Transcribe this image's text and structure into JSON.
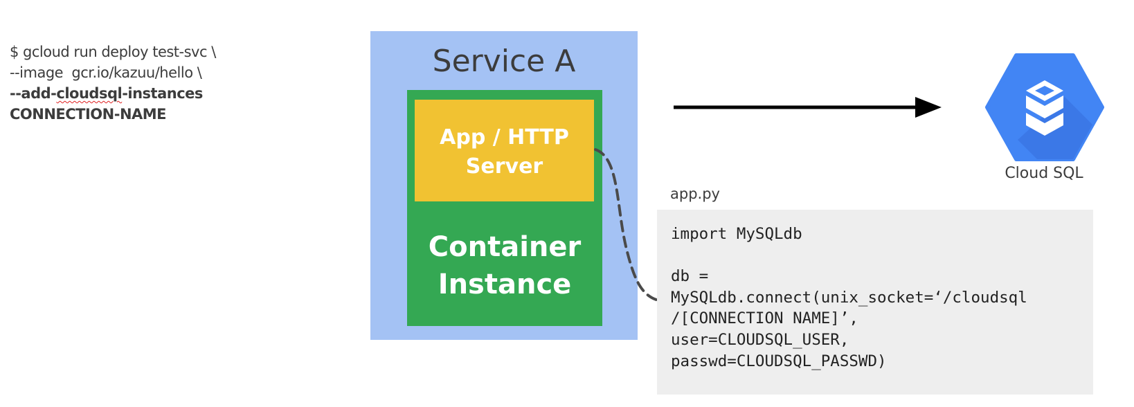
{
  "command": {
    "lines": [
      {
        "text": "$ gcloud run deploy test-svc \\"
      },
      {
        "text": "--image  gcr.io/kazuu/hello \\"
      },
      {
        "pre": "--add-",
        "flag": "cloudsql",
        "post": "-instances"
      },
      {
        "text": "CONNECTION-NAME"
      }
    ]
  },
  "service": {
    "title": "Service A",
    "container_label_1": "Container",
    "container_label_2": "Instance",
    "app_label_1": "App / HTTP",
    "app_label_2": "Server"
  },
  "cloud_sql": {
    "label": "Cloud SQL",
    "icon": "cloud-sql-icon"
  },
  "code_file": {
    "filename": "app.py",
    "lines": [
      "import MySQLdb",
      "",
      "db =",
      "MySQLdb.connect(unix_socket=‘/cloudsql",
      "/[CONNECTION NAME]’,",
      "user=CLOUDSQL_USER,",
      "passwd=CLOUDSQL_PASSWD)"
    ]
  },
  "colors": {
    "service_bg": "#a4c2f4",
    "container_bg": "#34a853",
    "app_bg": "#f1c232",
    "cloudsql_blue": "#4285f4",
    "code_bg": "#eeeeee"
  }
}
